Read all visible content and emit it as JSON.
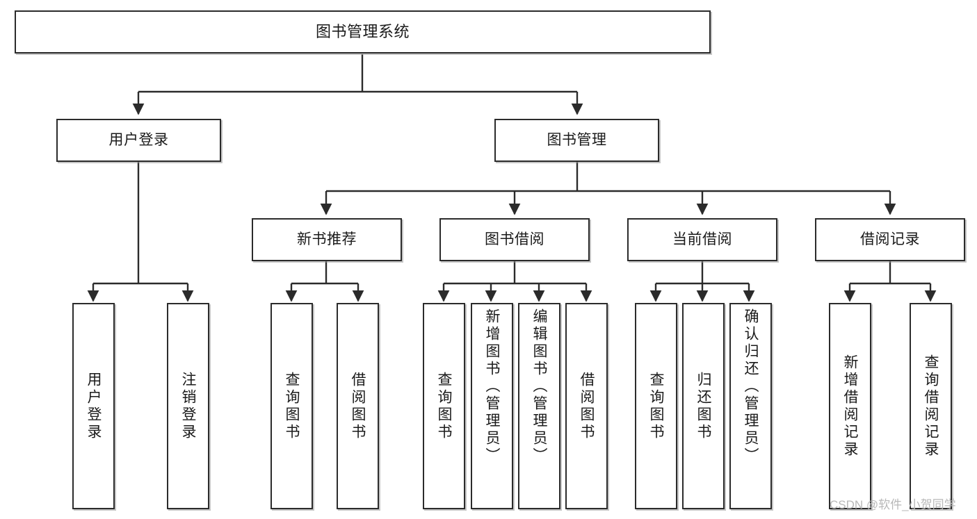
{
  "diagram": {
    "type": "tree",
    "title": "图书管理系统",
    "watermark": "CSDN @软件_小贺同学",
    "colors": {
      "box_border": "#2b2b2b",
      "box_fill": "#ffffff",
      "edge": "#2b2b2b",
      "watermark": "#b8b8b8"
    },
    "nodes": {
      "root": {
        "label": "图书管理系统"
      },
      "level2": [
        {
          "label": "用户登录"
        },
        {
          "label": "图书管理"
        }
      ],
      "level3": [
        {
          "label": "新书推荐"
        },
        {
          "label": "图书借阅"
        },
        {
          "label": "当前借阅"
        },
        {
          "label": "借阅记录"
        }
      ],
      "leaves_user_login": [
        {
          "label": "用户登录"
        },
        {
          "label": "注销登录"
        }
      ],
      "leaves_new_books": [
        {
          "label": "查询图书"
        },
        {
          "label": "借阅图书"
        }
      ],
      "leaves_borrow": [
        {
          "label": "查询图书"
        },
        {
          "label": "新增图书（管理员）"
        },
        {
          "label": "编辑图书（管理员）"
        },
        {
          "label": "借阅图书"
        }
      ],
      "leaves_current": [
        {
          "label": "查询图书"
        },
        {
          "label": "归还图书"
        },
        {
          "label": "确认归还（管理员）"
        }
      ],
      "leaves_records": [
        {
          "label": "新增借阅记录"
        },
        {
          "label": "查询借阅记录"
        }
      ]
    }
  }
}
